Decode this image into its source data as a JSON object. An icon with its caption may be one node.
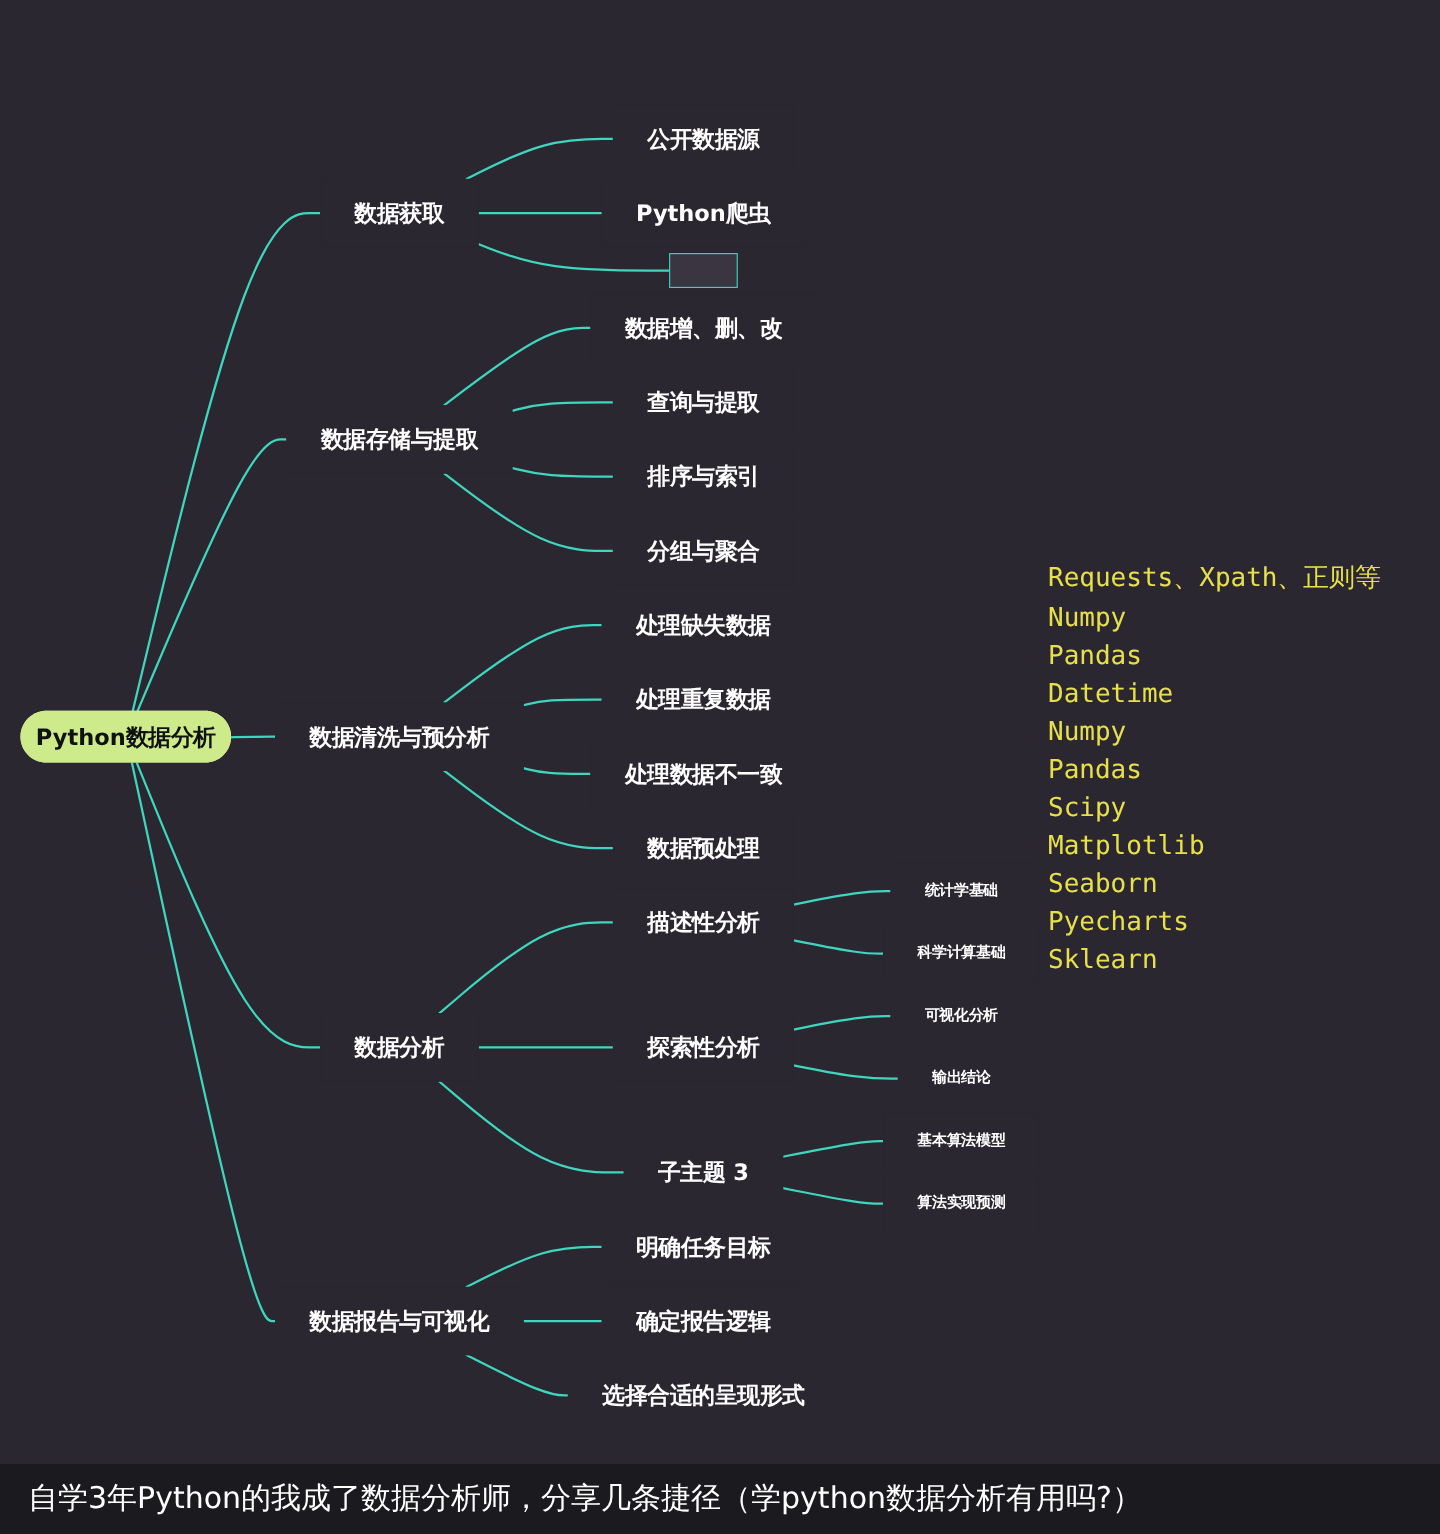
{
  "diagram": {
    "caption": "自学3年Python的我成了数据分析师，分享几条捷径（学python数据分析有用吗?）",
    "nodes": [
      {
        "text": [
          "Python数据分析"
        ]
      },
      {
        "text": [
          "数据获取"
        ]
      },
      {
        "text": [
          "公开数据源"
        ]
      },
      {
        "text": [
          "Python爬虫"
        ]
      },
      {
        "text": [],
        "shape": "box"
      },
      {
        "text": [
          "数据存储与提取"
        ]
      },
      {
        "text": [
          "数据增、删、改"
        ]
      },
      {
        "text": [
          "查询与提取"
        ]
      },
      {
        "text": [
          "排序与索引"
        ]
      },
      {
        "text": [
          "分组与聚合"
        ]
      },
      {
        "text": [
          "数据清洗与预分析"
        ]
      },
      {
        "text": [
          "处理缺失数据"
        ]
      },
      {
        "text": [
          "处理重复数据"
        ]
      },
      {
        "text": [
          "处理数据不一致"
        ]
      },
      {
        "text": [
          "数据预处理"
        ]
      },
      {
        "text": [
          "数据分析"
        ]
      },
      {
        "text": [
          "描述性分析"
        ]
      },
      {
        "text": [
          "统计学基础"
        ]
      },
      {
        "text": [
          "科学计算基础"
        ]
      },
      {
        "text": [
          "探索性分析"
        ]
      },
      {
        "text": [
          "可视化分析"
        ]
      },
      {
        "text": [
          "输出结论"
        ]
      },
      {
        "text": [
          "子主题 3"
        ]
      },
      {
        "text": [
          "基本算法模型"
        ]
      },
      {
        "text": [
          "算法实现预测"
        ]
      },
      {
        "text": [
          "数据报告与可视化"
        ]
      },
      {
        "text": [
          "明确任务目标"
        ]
      },
      {
        "text": [
          "确定报告逻辑"
        ]
      },
      {
        "text": [
          "选择合适的呈现形式"
        ]
      }
    ],
    "edges": [
      {
        "from": 0,
        "to": 1,
        "arrow": "none"
      },
      {
        "from": 1,
        "to": 2,
        "arrow": "none"
      },
      {
        "from": 1,
        "to": 3,
        "arrow": "none"
      },
      {
        "from": 1,
        "to": 4,
        "arrow": "none"
      },
      {
        "from": 0,
        "to": 5,
        "arrow": "none"
      },
      {
        "from": 5,
        "to": 6,
        "arrow": "none"
      },
      {
        "from": 5,
        "to": 7,
        "arrow": "none"
      },
      {
        "from": 5,
        "to": 8,
        "arrow": "none"
      },
      {
        "from": 5,
        "to": 9,
        "arrow": "none"
      },
      {
        "from": 0,
        "to": 10,
        "arrow": "none"
      },
      {
        "from": 10,
        "to": 11,
        "arrow": "none"
      },
      {
        "from": 10,
        "to": 12,
        "arrow": "none"
      },
      {
        "from": 10,
        "to": 13,
        "arrow": "none"
      },
      {
        "from": 10,
        "to": 14,
        "arrow": "none"
      },
      {
        "from": 0,
        "to": 15,
        "arrow": "none"
      },
      {
        "from": 15,
        "to": 16,
        "arrow": "none"
      },
      {
        "from": 16,
        "to": 17,
        "arrow": "none"
      },
      {
        "from": 16,
        "to": 18,
        "arrow": "none"
      },
      {
        "from": 15,
        "to": 19,
        "arrow": "none"
      },
      {
        "from": 19,
        "to": 20,
        "arrow": "none"
      },
      {
        "from": 19,
        "to": 21,
        "arrow": "none"
      },
      {
        "from": 15,
        "to": 22,
        "arrow": "none"
      },
      {
        "from": 22,
        "to": 23,
        "arrow": "none"
      },
      {
        "from": 22,
        "to": 24,
        "arrow": "none"
      },
      {
        "from": 0,
        "to": 25,
        "arrow": "none"
      },
      {
        "from": 25,
        "to": 26,
        "arrow": "none"
      },
      {
        "from": 25,
        "to": 27,
        "arrow": "none"
      },
      {
        "from": 25,
        "to": 28,
        "arrow": "none"
      }
    ],
    "labels": [
      "Requests、Xpath、正则等",
      "Numpy",
      "Pandas",
      "Datetime",
      "Numpy",
      "Pandas",
      "Scipy",
      "Matplotlib",
      "Seaborn",
      "Pyecharts",
      "Sklearn"
    ]
  }
}
